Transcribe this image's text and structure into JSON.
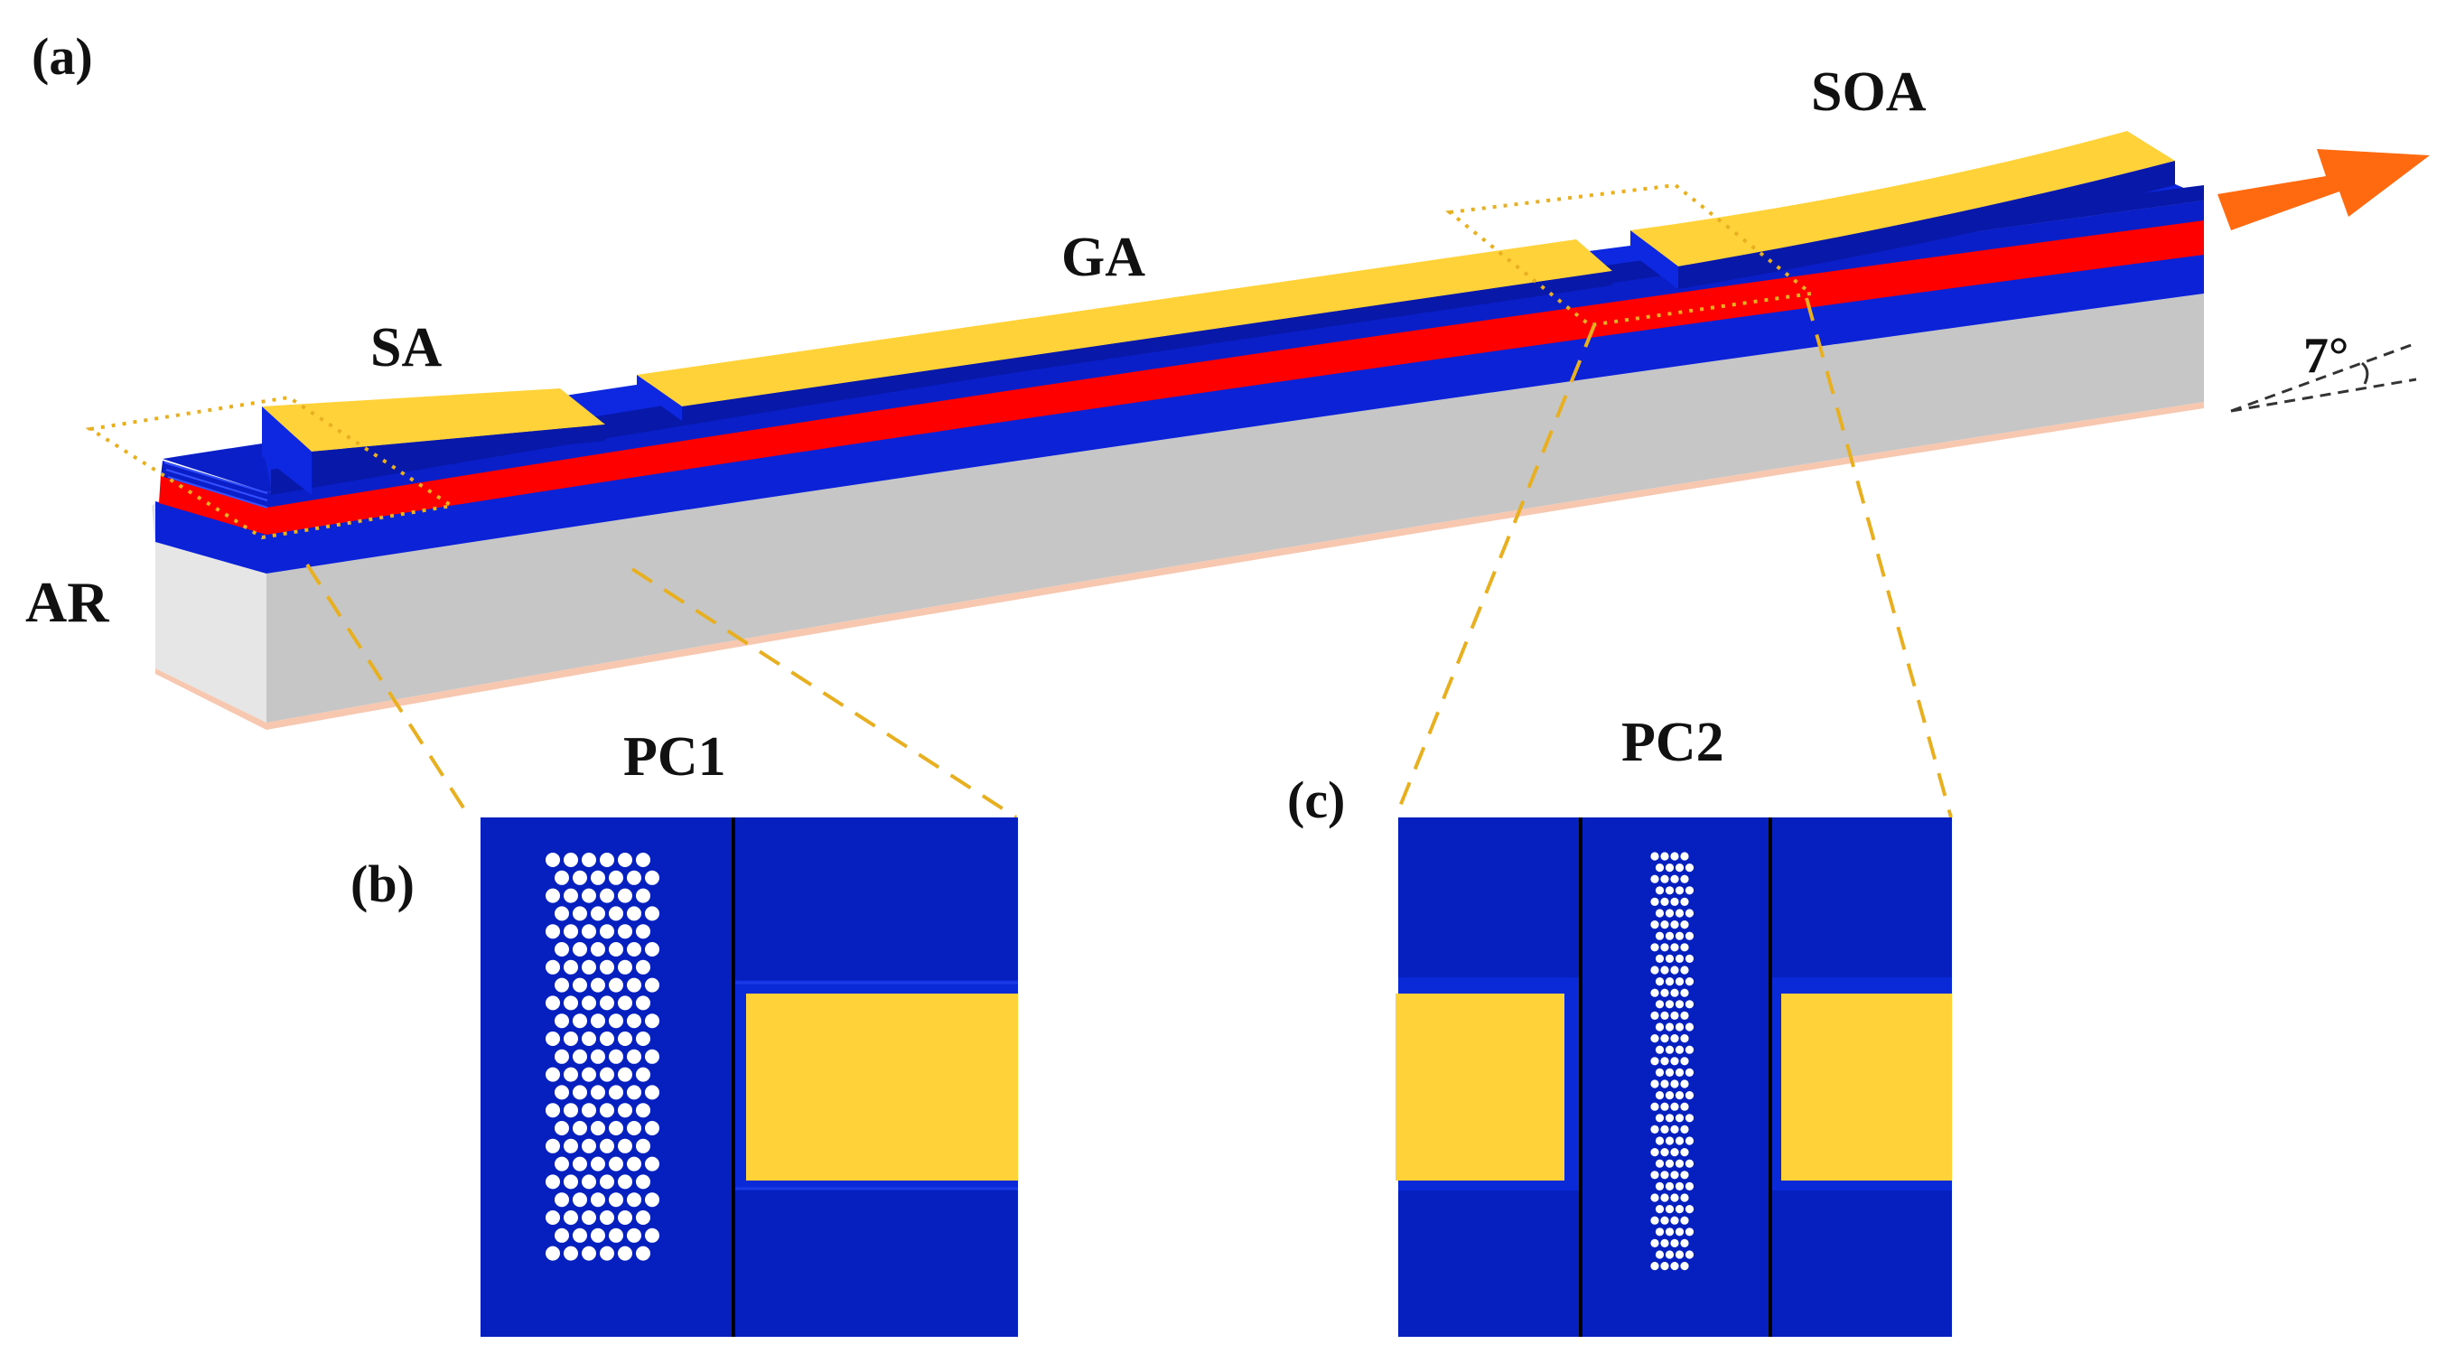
{
  "panels": {
    "a": {
      "tag": "(a)"
    },
    "b": {
      "tag": "(b)"
    },
    "c": {
      "tag": "(c)"
    }
  },
  "sections": {
    "sa": "SA",
    "ga": "GA",
    "soa": "SOA",
    "ar": "AR"
  },
  "angle": {
    "label": "7°"
  },
  "insets": {
    "pc1": {
      "title": "PC1",
      "hole_columns": 6,
      "hole_rows": 23
    },
    "pc2": {
      "title": "PC2",
      "hole_columns": 4,
      "hole_rows": 37
    }
  },
  "colors": {
    "waveguide_blue": "#0a1fc8",
    "inset_blue": "#0520bf",
    "active_red": "#ff0000",
    "contact_gold": "#ffd23a",
    "substrate_gray": "#c8c8c8",
    "output_arrow": "#ff6a10",
    "guide_lines": "#e8b020"
  }
}
